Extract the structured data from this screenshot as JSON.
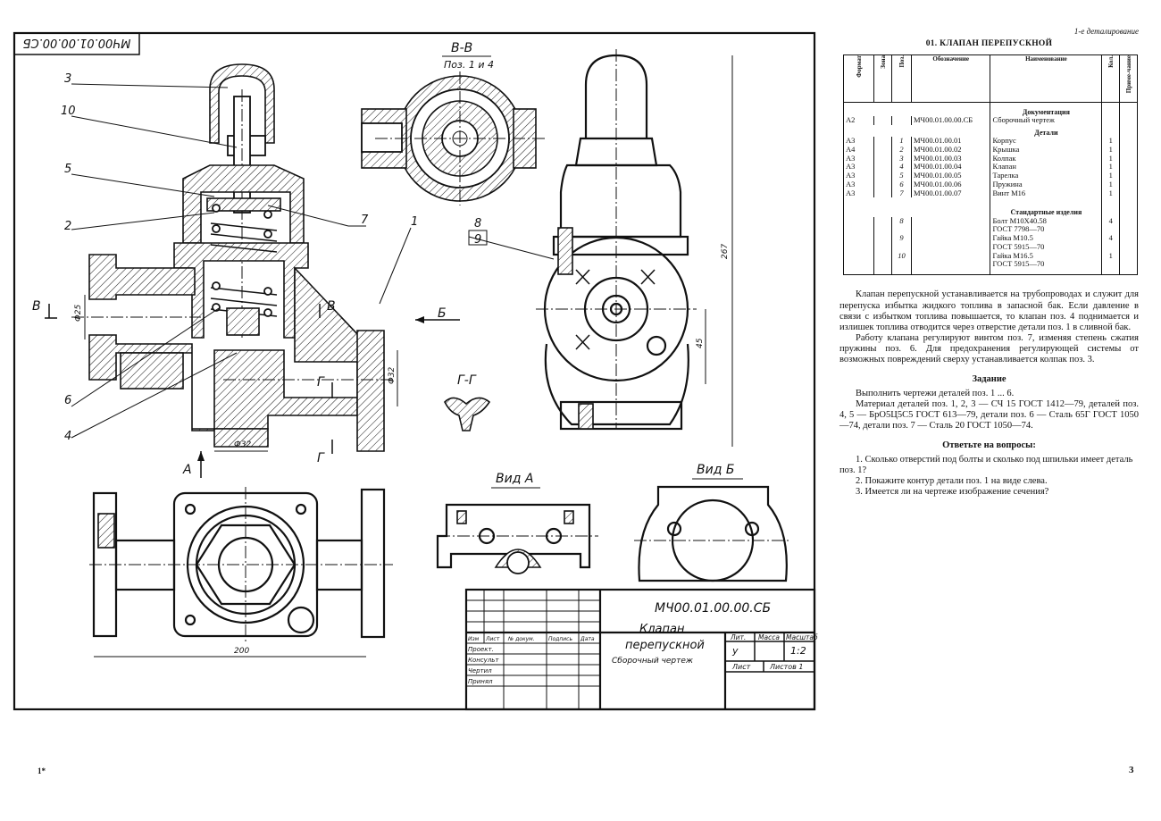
{
  "header_note": "1-е деталирование",
  "title": "01. КЛАПАН ПЕРЕПУСКНОЙ",
  "table": {
    "headers": [
      "Формат",
      "Зона",
      "Поз.",
      "Обозначение",
      "Наименование",
      "Кол.",
      "Приме-чание"
    ],
    "sections": {
      "documentation": "Документация",
      "parts": "Детали",
      "standard": "Стандартные изделия"
    },
    "doc_row": {
      "format": "А2",
      "code": "МЧ00.01.00.00.СБ",
      "name": "Сборочный чертеж"
    },
    "parts_rows": [
      {
        "format": "А3",
        "pos": "1",
        "code": "МЧ00.01.00.01",
        "name": "Корпус",
        "qty": "1"
      },
      {
        "format": "А4",
        "pos": "2",
        "code": "МЧ00.01.00.02",
        "name": "Крышка",
        "qty": "1"
      },
      {
        "format": "А3",
        "pos": "3",
        "code": "МЧ00.01.00.03",
        "name": "Колпак",
        "qty": "1"
      },
      {
        "format": "А3",
        "pos": "4",
        "code": "МЧ00.01.00.04",
        "name": "Клапан",
        "qty": "1"
      },
      {
        "format": "А3",
        "pos": "5",
        "code": "МЧ00.01.00.05",
        "name": "Тарелка",
        "qty": "1"
      },
      {
        "format": "А3",
        "pos": "6",
        "code": "МЧ00.01.00.06",
        "name": "Пружина",
        "qty": "1"
      },
      {
        "format": "А3",
        "pos": "7",
        "code": "МЧ00.01.00.07",
        "name": "Винт М16",
        "qty": "1"
      }
    ],
    "standard_rows": [
      {
        "pos": "8",
        "name": "Болт М10Х40.58",
        "qty": "4"
      },
      {
        "pos": "",
        "name": "ГОСТ 7798—70",
        "qty": ""
      },
      {
        "pos": "9",
        "name": "Гайка М10.5",
        "qty": "4"
      },
      {
        "pos": "",
        "name": "ГОСТ 5915—70",
        "qty": ""
      },
      {
        "pos": "10",
        "name": "Гайка М16.5",
        "qty": "1"
      },
      {
        "pos": "",
        "name": "ГОСТ 5915—70",
        "qty": ""
      }
    ]
  },
  "description": [
    "Клапан перепускной устанавливается на трубопроводах и служит для перепуска избытка жидкого топлива в запасной бак. Если давление в связи с избытком топлива повышается, то клапан поз. 4 поднимается и излишек топлива отводится через отверстие детали поз. 1 в сливной бак.",
    "Работу клапана регулируют винтом поз. 7, изменяя степень сжатия пружины поз. 6. Для предохранения регулирующей системы от возможных повреждений сверху устанавливается колпак поз. 3."
  ],
  "task": {
    "heading": "Задание",
    "lines": [
      "Выполнить чертежи деталей поз. 1 ... 6.",
      "Материал деталей поз. 1, 2, 3 — СЧ 15 ГОСТ 1412—79, деталей поз. 4, 5 — БрО5Ц5С5 ГОСТ 613—79, детали поз. 6 — Сталь 65Г ГОСТ 1050—74, детали поз. 7 — Сталь 20 ГОСТ 1050—74."
    ]
  },
  "questions": {
    "heading": "Ответьте на вопросы:",
    "items": [
      "1. Сколько отверстий под болты и сколько под шпильки имеет деталь поз. 1?",
      "2. Покажите контур детали поз. 1 на виде слева.",
      "3. Имеется ли на чертеже изображение сечения?"
    ]
  },
  "page_numbers": {
    "left": "1*",
    "right": "3"
  },
  "drawing": {
    "stamp_code_rotated": "МЧ00.01.00.00.СБ",
    "section_bb": "В-В",
    "section_bb_sub": "Поз. 1 и 4",
    "section_gg": "Г-Г",
    "view_a": "Вид А",
    "view_b": "Вид Б",
    "callouts": [
      "3",
      "10",
      "5",
      "2",
      "7",
      "1",
      "8",
      "9",
      "6",
      "4"
    ],
    "marks": {
      "v": "В",
      "b": "Б",
      "g": "Г",
      "a": "А"
    },
    "dims": {
      "d25": "Ф25",
      "d32_side": "Ф32",
      "d32_bottom": "Ф32",
      "h267": "267",
      "h45": "45",
      "w200": "200"
    },
    "title_block": {
      "code": "МЧ00.01.00.00.СБ",
      "name_line1": "Клапан",
      "name_line2": "перепускной",
      "subtitle": "Сборочный чертеж",
      "lit": "Лит.",
      "mass": "Масса",
      "scale_label": "Масштаб",
      "lit_value": "у",
      "scale_value": "1:2",
      "sheet": "Лист",
      "sheets": "Листов 1",
      "rows": [
        "Изм",
        "Лист",
        "№ докум.",
        "Подпись",
        "Дата"
      ],
      "roles": [
        "Проект.",
        "Консульт",
        "Чертил",
        "Принял"
      ]
    }
  }
}
